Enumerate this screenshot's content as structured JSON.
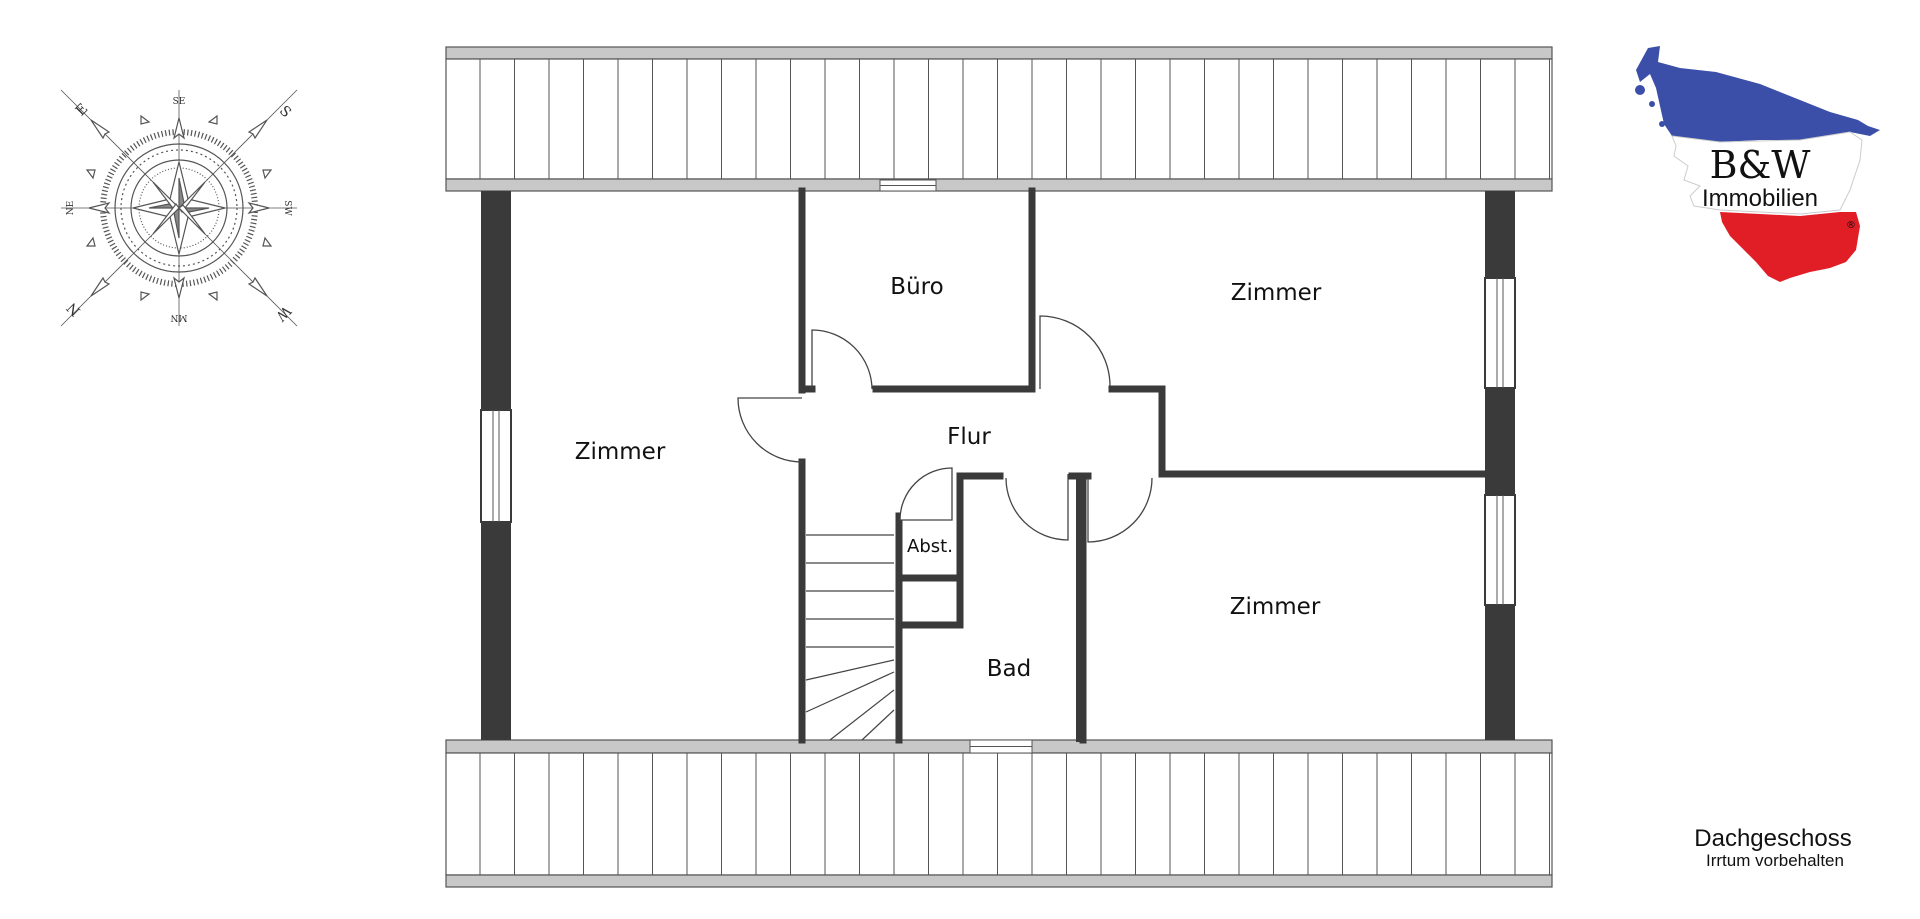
{
  "rooms": {
    "zimmer_left": "Zimmer",
    "buero": "Büro",
    "zimmer_top_right": "Zimmer",
    "flur": "Flur",
    "abst": "Abst.",
    "bad": "Bad",
    "zimmer_bottom_right": "Zimmer"
  },
  "compass": {
    "top": "SE",
    "bottom": "MN",
    "left": "NE",
    "right": "SW",
    "top_left": "E",
    "top_right": "S",
    "bottom_left": "N",
    "bottom_right": "W"
  },
  "logo": {
    "line1": "B&W",
    "line2": "Immobilien",
    "registered": "®",
    "colors": {
      "blue": "#3b4fa8",
      "red": "#e11d26"
    }
  },
  "caption": {
    "floor": "Dachgeschoss",
    "disclaimer": "Irrtum vorbehalten"
  },
  "colors": {
    "wall": "#3a3a3a",
    "roof_strip": "#c8c8c8",
    "line": "#555555"
  }
}
